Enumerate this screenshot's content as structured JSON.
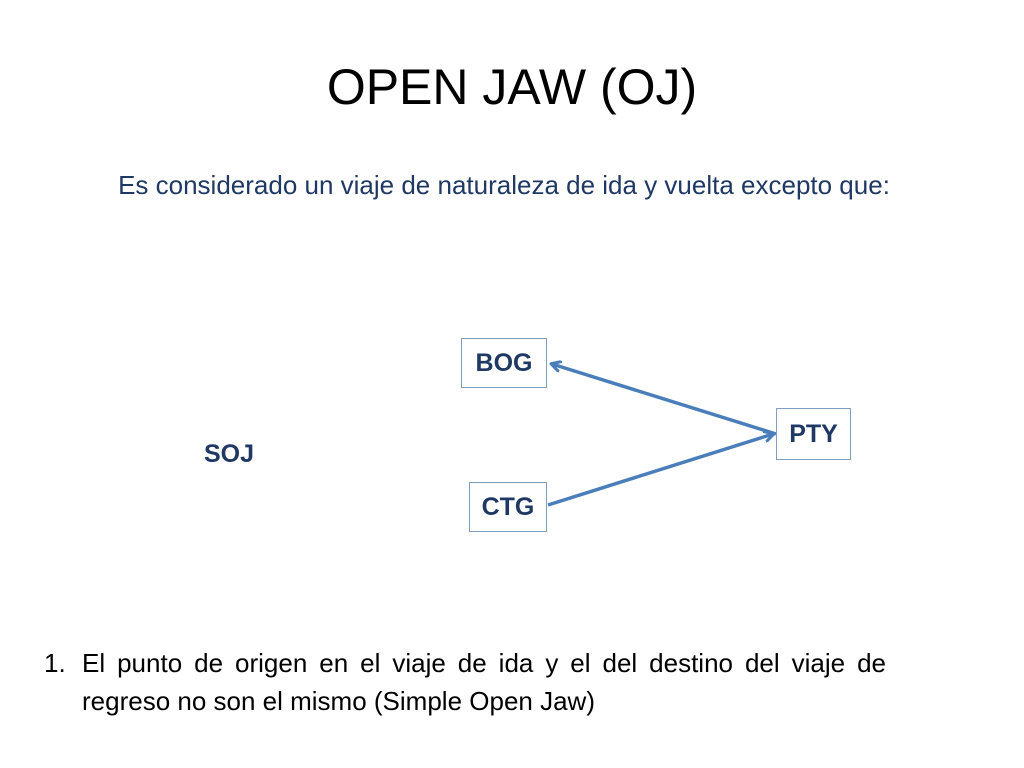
{
  "title": "OPEN JAW (OJ)",
  "subtitle": "Es considerado un viaje de naturaleza de ida y vuelta excepto que:",
  "diagram": {
    "label": "SOJ",
    "nodes": {
      "bog": "BOG",
      "pty": "PTY",
      "ctg": "CTG"
    },
    "colors": {
      "arrow": "#4a7ebb",
      "node_border": "#7f9cc2",
      "node_text": "#1f3864"
    }
  },
  "list": [
    {
      "number": "1.",
      "text": "El punto de origen en el viaje de ida y el del destino del viaje de regreso no son el mismo (Simple Open Jaw)"
    }
  ]
}
